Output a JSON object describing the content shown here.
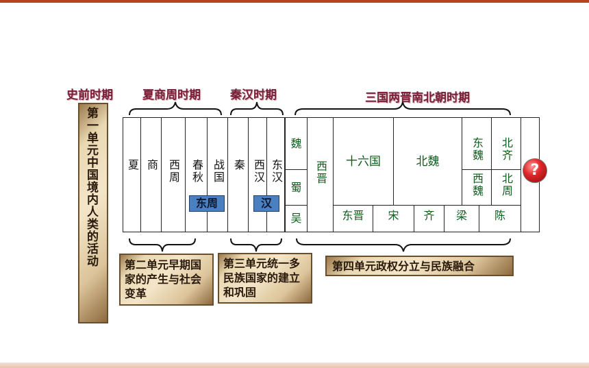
{
  "periods": {
    "prehistoric": "史前时期",
    "xia_shang_zhou": "夏商周时期",
    "qin_han": "秦汉时期",
    "three_kingdoms": "三国两晋南北朝时期"
  },
  "cells": {
    "xia": "夏",
    "shang": "商",
    "western_zhou": "西周",
    "spring_autumn": "春秋",
    "warring_states": "战国",
    "qin": "秦",
    "western_han": "西汉",
    "eastern_han": "东汉",
    "wei": "魏",
    "shu": "蜀",
    "wu": "吴",
    "western_jin": "西晋",
    "sixteen_kingdoms": "十六国",
    "northern_wei": "北魏",
    "eastern_wei": "东魏",
    "northern_qi": "北齐",
    "western_wei": "西魏",
    "northern_zhou": "北周",
    "eastern_jin": "东晋",
    "song": "宋",
    "qi": "齐",
    "liang": "梁",
    "chen": "陈"
  },
  "tags": {
    "eastern_zhou": "东周",
    "han": "汉"
  },
  "units": {
    "unit1": "第一单元中国境内人类的活动",
    "unit2": "第二单元早期国家的产生与社会变革",
    "unit3": "第三单元统一多民族国家的建立和巩固",
    "unit4": "第四单元政权分立与民族融合"
  },
  "help_symbol": "?",
  "colors": {
    "period_text": "#7a1e3a",
    "dynasty_green": "#0e5c1a",
    "tag_blue": "#4a7fc0",
    "accent_bar": "#b8431c"
  }
}
